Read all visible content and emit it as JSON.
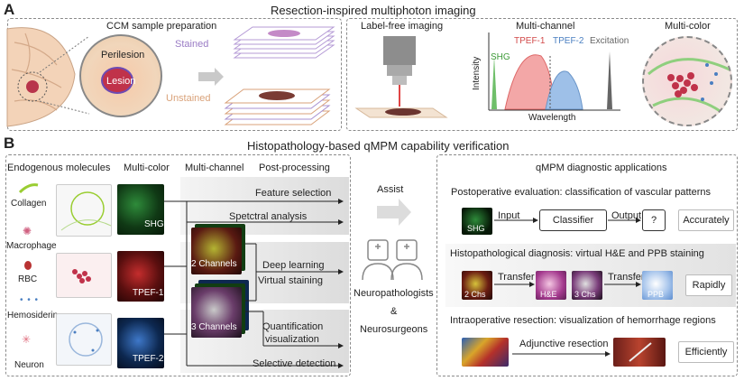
{
  "panel_a": {
    "letter": "A",
    "title": "Resection-inspired multiphoton imaging",
    "ccm": {
      "title": "CCM sample preparation",
      "perilesion": "Perilesion",
      "lesion": "Lesion",
      "stained": "Stained",
      "unstained": "Unstained"
    },
    "label_free": {
      "title": "Label-free imaging"
    },
    "multichannel": {
      "title": "Multi-channel",
      "shg": "SHG",
      "tpef1": "TPEF-1",
      "tpef2": "TPEF-2",
      "excitation": "Excitation",
      "ylabel": "Intensity",
      "xlabel": "Wavelength"
    },
    "multicolor": {
      "title": "Multi-color"
    }
  },
  "panel_b": {
    "letter": "B",
    "title": "Histopathology-based qMPM capability verification",
    "headers": [
      "Endogenous molecules",
      "Multi-color",
      "Multi-channel",
      "Post-processing"
    ],
    "molecules": [
      "Collagen",
      "Macrophage",
      "RBC",
      "Hemosiderin",
      "Neuron"
    ],
    "color_labels": [
      "SHG",
      "TPEF-1",
      "TPEF-2"
    ],
    "channel_labels": [
      "2 Channels",
      "3 Channels"
    ],
    "post_processing": [
      "Feature selection",
      "Spetctral analysis",
      "Deep learning",
      "Virtual staining",
      "Quantification",
      "visualization",
      "Selective detection"
    ],
    "assist": "Assist",
    "neuropathologists": "Neuropathologists",
    "amp": "&",
    "neurosurgeons": "Neurosurgeons",
    "applications": {
      "title": "qMPM diagnostic applications",
      "postop": {
        "title": "Postoperative evaluation: classification of vascular patterns",
        "img_label": "SHG",
        "input": "Input",
        "classifier": "Classifier",
        "output": "Output",
        "question": "?",
        "result": "Accurately"
      },
      "histo": {
        "title": "Histopathological diagnosis: virtual H&E and PPB staining",
        "chs2": "2 Chs",
        "transfer1": "Transfer",
        "he": "H&E",
        "chs3": "3 Chs",
        "transfer2": "Transfer",
        "ppb": "PPB",
        "result": "Rapidly"
      },
      "intraop": {
        "title": "Intraoperative resection: visualization of hemorrhage regions",
        "adjunctive": "Adjunctive resection",
        "result": "Efficiently"
      }
    }
  }
}
